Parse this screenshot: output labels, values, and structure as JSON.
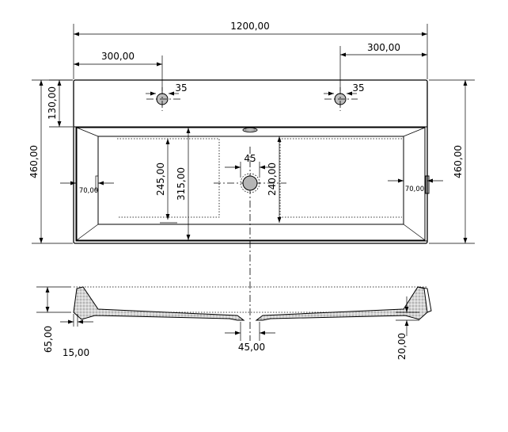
{
  "drawing": {
    "top_view": {
      "overall_width": "1200,00",
      "left_tap_offset": "300,00",
      "right_tap_offset": "300,00",
      "left_tap_hole": "35",
      "right_tap_hole": "35",
      "tap_row_depth": "130,00",
      "overall_depth_left": "460,00",
      "overall_depth_right": "460,00",
      "drain_diameter": "45",
      "bowl_depth_left": "245,00",
      "bowl_depth_overall": "315,00",
      "bowl_depth_right": "240,00",
      "side_rim_left": "70,00",
      "side_rim_right": "70,00"
    },
    "section_view": {
      "height": "65,00",
      "wall": "15,00",
      "drain_width": "45,00",
      "bottom_thickness": "20,00"
    }
  }
}
